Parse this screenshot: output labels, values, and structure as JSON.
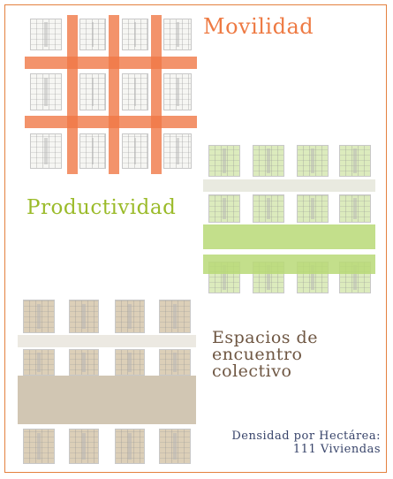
{
  "titles": {
    "movilidad": "Movilidad",
    "productividad": "Productividad",
    "espacios": "Espacios de\nencuentro\ncolectivo",
    "densidad": "Densidad por Hectárea:\n111 Viviendas"
  },
  "colors": {
    "movilidad": "#ee7a43",
    "productividad": "#9bbb2a",
    "espacios": "#6e5642",
    "densidad": "#38446a",
    "frame": "#e4813f"
  }
}
